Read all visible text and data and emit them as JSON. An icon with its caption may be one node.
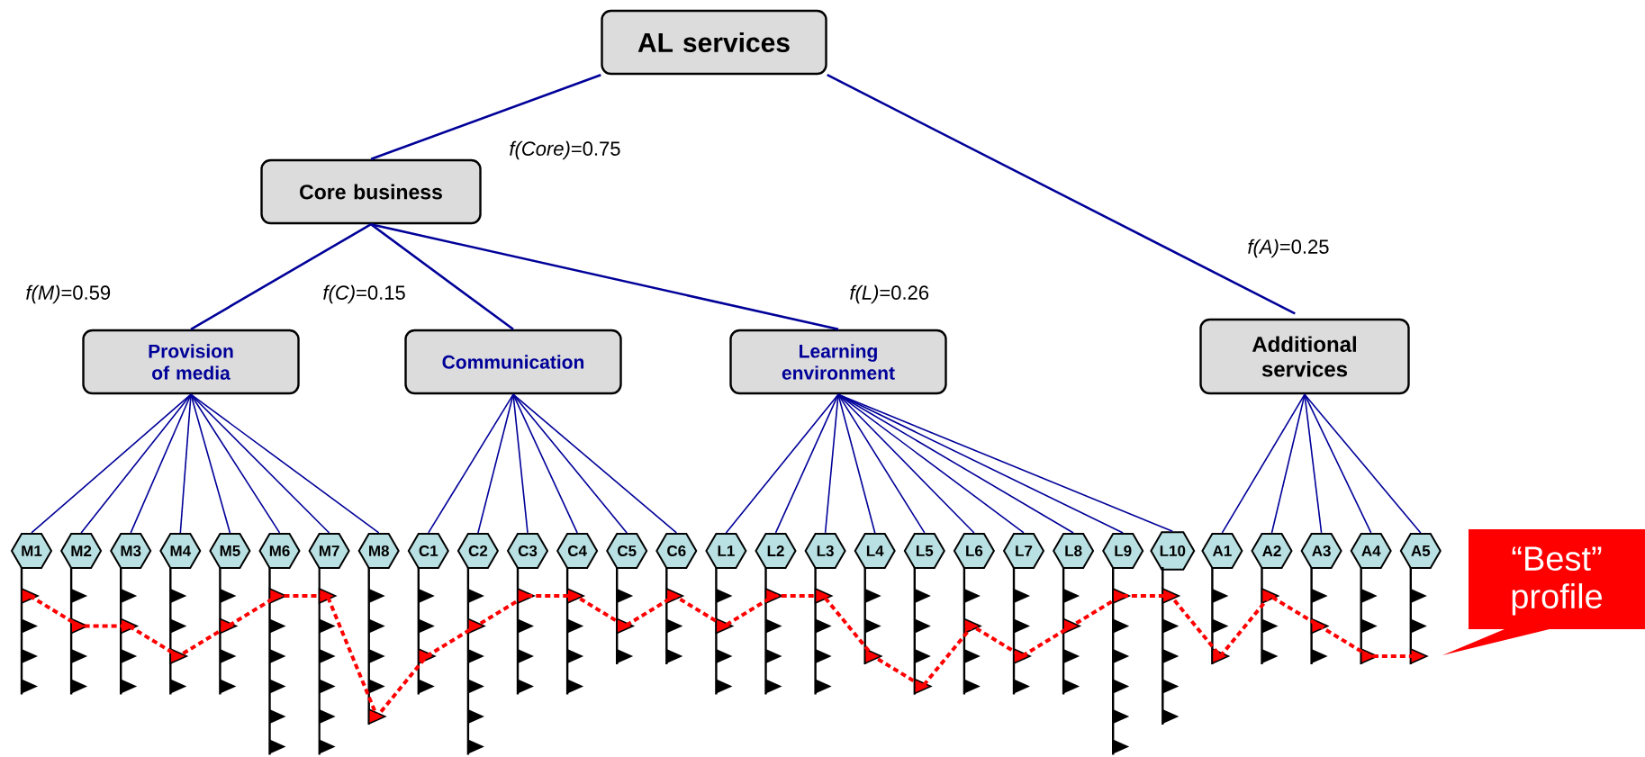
{
  "diagram": {
    "nodes": [
      {
        "text": [
          "AL services"
        ]
      },
      {
        "text": [
          "Core business"
        ]
      },
      {
        "text": [
          "Provision of media"
        ]
      },
      {
        "text": [
          "Communication"
        ]
      },
      {
        "text": [
          "Learning environment"
        ]
      },
      {
        "text": [
          "Additional services"
        ]
      },
      {
        "text": [
          "M1"
        ]
      },
      {
        "text": [
          "M2"
        ]
      },
      {
        "text": [
          "M3"
        ]
      },
      {
        "text": [
          "M4"
        ]
      },
      {
        "text": [
          "M5"
        ]
      },
      {
        "text": [
          "M6"
        ]
      },
      {
        "text": [
          "M7"
        ]
      },
      {
        "text": [
          "M8"
        ]
      },
      {
        "text": [
          "C1"
        ]
      },
      {
        "text": [
          "C2"
        ]
      },
      {
        "text": [
          "C3"
        ]
      },
      {
        "text": [
          "C4"
        ]
      },
      {
        "text": [
          "C5"
        ]
      },
      {
        "text": [
          "C6"
        ]
      },
      {
        "text": [
          "L1"
        ]
      },
      {
        "text": [
          "L2"
        ]
      },
      {
        "text": [
          "L3"
        ]
      },
      {
        "text": [
          "L4"
        ]
      },
      {
        "text": [
          "L5"
        ]
      },
      {
        "text": [
          "L6"
        ]
      },
      {
        "text": [
          "L7"
        ]
      },
      {
        "text": [
          "L8"
        ]
      },
      {
        "text": [
          "L9"
        ]
      },
      {
        "text": [
          "L10"
        ]
      },
      {
        "text": [
          "A1"
        ]
      },
      {
        "text": [
          "A2"
        ]
      },
      {
        "text": [
          "A3"
        ]
      },
      {
        "text": [
          "A4"
        ]
      },
      {
        "text": [
          "A5"
        ]
      },
      {
        "text": [
          "“Best” profile"
        ]
      }
    ],
    "edges": [
      {
        "from": 0,
        "to": 1,
        "arrow": "none",
        "label": "*f(Core)*=0.75"
      },
      {
        "from": 0,
        "to": 5,
        "arrow": "none",
        "label": "*f(A)*=0.25"
      },
      {
        "from": 1,
        "to": 2,
        "arrow": "none",
        "label": "*f(M)*=0.59"
      },
      {
        "from": 1,
        "to": 3,
        "arrow": "none",
        "label": "*f(C)*=0.15"
      },
      {
        "from": 1,
        "to": 4,
        "arrow": "none",
        "label": "*f(L)*=0.26"
      },
      {
        "from": 2,
        "to": 6,
        "arrow": "none"
      },
      {
        "from": 2,
        "to": 7,
        "arrow": "none"
      },
      {
        "from": 2,
        "to": 8,
        "arrow": "none"
      },
      {
        "from": 2,
        "to": 9,
        "arrow": "none"
      },
      {
        "from": 2,
        "to": 10,
        "arrow": "none"
      },
      {
        "from": 2,
        "to": 11,
        "arrow": "none"
      },
      {
        "from": 2,
        "to": 12,
        "arrow": "none"
      },
      {
        "from": 2,
        "to": 13,
        "arrow": "none"
      },
      {
        "from": 3,
        "to": 14,
        "arrow": "none"
      },
      {
        "from": 3,
        "to": 15,
        "arrow": "none"
      },
      {
        "from": 3,
        "to": 16,
        "arrow": "none"
      },
      {
        "from": 3,
        "to": 17,
        "arrow": "none"
      },
      {
        "from": 3,
        "to": 18,
        "arrow": "none"
      },
      {
        "from": 3,
        "to": 19,
        "arrow": "none"
      },
      {
        "from": 4,
        "to": 20,
        "arrow": "none"
      },
      {
        "from": 4,
        "to": 21,
        "arrow": "none"
      },
      {
        "from": 4,
        "to": 22,
        "arrow": "none"
      },
      {
        "from": 4,
        "to": 23,
        "arrow": "none"
      },
      {
        "from": 4,
        "to": 24,
        "arrow": "none"
      },
      {
        "from": 4,
        "to": 25,
        "arrow": "none"
      },
      {
        "from": 4,
        "to": 26,
        "arrow": "none"
      },
      {
        "from": 4,
        "to": 27,
        "arrow": "none"
      },
      {
        "from": 4,
        "to": 28,
        "arrow": "none"
      },
      {
        "from": 4,
        "to": 29,
        "arrow": "none"
      },
      {
        "from": 5,
        "to": 30,
        "arrow": "none"
      },
      {
        "from": 5,
        "to": 31,
        "arrow": "none"
      },
      {
        "from": 5,
        "to": 32,
        "arrow": "none"
      },
      {
        "from": 5,
        "to": 33,
        "arrow": "none"
      },
      {
        "from": 5,
        "to": 34,
        "arrow": "none"
      }
    ]
  }
}
